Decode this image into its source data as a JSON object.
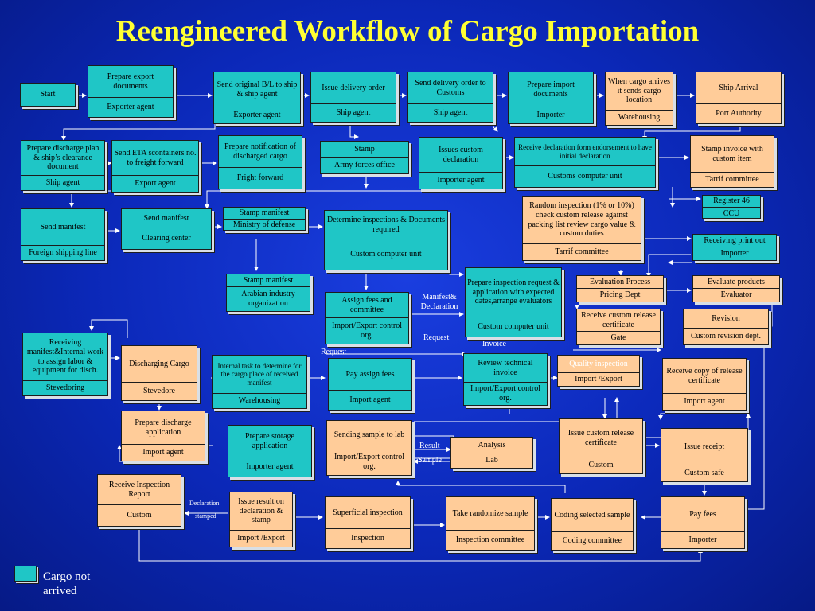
{
  "title": "Reengineered Workflow of Cargo Importation",
  "legend": {
    "label": "Cargo not arrived",
    "color": "#1fc6c6"
  },
  "colors": {
    "background": "#0b28b8",
    "title": "#ffff33",
    "not_arrived": "#1fc6c6",
    "arrived": "#ffcc99",
    "connector": "#ffffff"
  },
  "nodes": {
    "start": {
      "text": "Start",
      "role": ""
    },
    "prepare_export_docs": {
      "text": "Prepare export documents",
      "role": "Exporter agent"
    },
    "send_original_bl": {
      "text": "Send original B/L to ship & ship agent",
      "role": "Exporter agent"
    },
    "issue_delivery_order": {
      "text": "Issue delivery order",
      "role": "Ship agent"
    },
    "send_delivery_order": {
      "text": "Send delivery order to Customs",
      "role": "Ship agent"
    },
    "prepare_import_docs": {
      "text": "Prepare import documents",
      "role": "Importer"
    },
    "when_cargo_arrives": {
      "text": "When cargo arrives it sends cargo location",
      "role": "Warehousing"
    },
    "ship_arrival": {
      "text": "Ship Arrival",
      "role": "Port Authority"
    },
    "prepare_discharge_plan": {
      "text": "Prepare discharge plan & ship’s clearance document",
      "role": "Ship agent"
    },
    "send_eta": {
      "text": "Send ETA scontainers no. to freight forward",
      "role": "Export agent"
    },
    "prepare_notification": {
      "text": "Prepare notification of discharged cargo",
      "role": "Fright forward"
    },
    "stamp_army": {
      "text": "Stamp",
      "role": "Army forces office"
    },
    "issues_custom_declaration": {
      "text": "Issues custom declaration",
      "role": "Importer agent"
    },
    "receive_declaration_form": {
      "text": "Receive declaration form endorsement to have initial declaration",
      "role": "Customs computer unit"
    },
    "stamp_invoice": {
      "text": "Stamp invoice with custom item",
      "role": "Tarrif committee"
    },
    "random_inspection": {
      "text": "Random inspection (1% or 10%) check custom release against packing list review cargo value & custom duties",
      "role": "Tarrif committee"
    },
    "register_46": {
      "text": "Register 46",
      "role": "CCU"
    },
    "send_manifest_foreign": {
      "text": "Send manifest",
      "role": "Foreign shipping line"
    },
    "send_manifest_clearing": {
      "text": "Send manifest",
      "role": "Clearing center"
    },
    "stamp_manifest_mod": {
      "text": "Stamp manifest",
      "role": "Ministry of defense"
    },
    "determine_inspections": {
      "text": "Determine inspections & Documents required",
      "role": "Custom computer unit"
    },
    "receiving_print_out": {
      "text": "Receiving print out",
      "role": "Importer"
    },
    "stamp_manifest_arabian": {
      "text": "Stamp manifest",
      "role": "Arabian industry organization"
    },
    "prepare_inspection_request": {
      "text": "Prepare inspection request & application with expected dates,arrange evaluators",
      "role": "Custom computer unit"
    },
    "evaluation_process": {
      "text": "Evaluation Process",
      "role": "Pricing Dept"
    },
    "evaluate_products": {
      "text": "Evaluate products",
      "role": "Evaluator"
    },
    "assign_fees_committee": {
      "text": "Assign fees and committee",
      "role": "Import/Export control org."
    },
    "receive_custom_release": {
      "text": "Receive custom release certificate",
      "role": "Gate"
    },
    "revision": {
      "text": "Revision",
      "role": "Custom revision dept."
    },
    "receiving_manifest": {
      "text": "Receiving manifest&Internal work to assign labor & equipment for disch.",
      "role": "Stevedoring"
    },
    "discharging_cargo": {
      "text": "Discharging Cargo",
      "role": "Stevedore"
    },
    "internal_task": {
      "text": "Internal task to determine for the cargo place of received manifest",
      "role": "Warehousing"
    },
    "pay_assign_fees": {
      "text": "Pay assign fees",
      "role": "Import agent"
    },
    "review_technical_invoice": {
      "text": "Review technical invoice",
      "role": "Import/Export control org."
    },
    "quality_inspection": {
      "text": "Quality inspection",
      "role": "Import /Export"
    },
    "receive_copy_release": {
      "text": "Receive copy of release certificate",
      "role": "Import agent"
    },
    "prepare_discharge_application": {
      "text": "Prepare discharge application",
      "role": "Import agent"
    },
    "prepare_storage_application": {
      "text": "Prepare storage application",
      "role": "Importer agent"
    },
    "sending_sample": {
      "text": "Sending sample to lab",
      "role": "Import/Export control org."
    },
    "analysis": {
      "text": "Analysis",
      "role": "Lab"
    },
    "issue_custom_release": {
      "text": "Issue custom release certificate",
      "role": "Custom"
    },
    "issue_receipt": {
      "text": "Issue receipt",
      "role": "Custom safe"
    },
    "receive_inspection_report": {
      "text": "Receive Inspection Report",
      "role": "Custom"
    },
    "issue_result": {
      "text": "Issue result on declaration & stamp",
      "role": "Import /Export"
    },
    "superficial_inspection": {
      "text": "Superficial inspection",
      "role": "Inspection"
    },
    "take_randomize_sample": {
      "text": "Take randomize sample",
      "role": "Inspection committee"
    },
    "coding_selected_sample": {
      "text": "Coding selected sample",
      "role": "Coding committee"
    },
    "pay_fees": {
      "text": "Pay fees",
      "role": "Importer"
    }
  },
  "labels": {
    "manifest_declaration": "Manifest& Declaration",
    "request_1": "Request",
    "request_2": "Request",
    "invoice": "Invoice",
    "result": "Result",
    "sample": "Sample",
    "declaration": "Declaration",
    "stamped": "stamped"
  }
}
